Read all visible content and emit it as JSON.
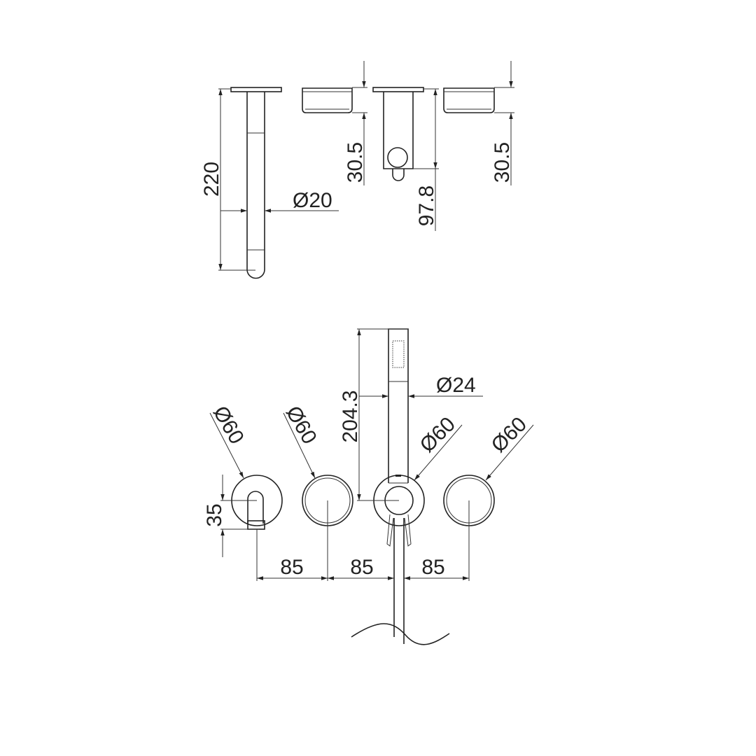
{
  "colors": {
    "line": "#222222",
    "background": "#ffffff"
  },
  "top_view": {
    "spout_length": "220",
    "spout_diameter": "Ø20",
    "handle_depth_left": "30.5",
    "diverter_depth": "97.8",
    "handle_depth_right": "30.5"
  },
  "front_view": {
    "spout_height": "35",
    "shower_length": "204.3",
    "shower_diameter": "Ø24",
    "plate_diameters": [
      "Ø60",
      "Ø60",
      "Ø60",
      "Ø60"
    ],
    "spacings": [
      "85",
      "85",
      "85"
    ]
  }
}
